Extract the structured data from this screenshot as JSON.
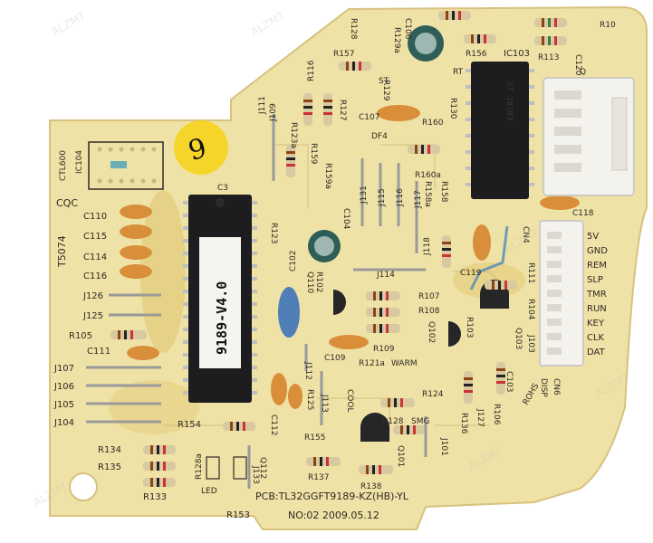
{
  "board": {
    "model_text": "PCB:TL32GGFT9189-KZ(HB)-YL",
    "date_text": "NO:02   2009.05.12",
    "code_text": "T5074",
    "brand_text": "CQC",
    "ic104_label": "IC104",
    "ctl_label": "CTL600",
    "handwritten_mark": "9"
  },
  "mcu": {
    "sticker_text": "9189-V4.0",
    "ref_label": "C3"
  },
  "ic103": {
    "ref_label": "IC103",
    "marking": "ST 18103"
  },
  "connector_pins": [
    "5V",
    "GND",
    "REM",
    "SLP",
    "TMR",
    "RUN",
    "KEY",
    "CLK",
    "DAT"
  ],
  "connector_labels": {
    "cn4": "CN4",
    "cn6": "CN6",
    "disp": "DISP",
    "rohs": "ROHS"
  },
  "silkscreen": {
    "c110": "C110",
    "c115": "C115",
    "c114": "C114",
    "c116": "C116",
    "j126": "J126",
    "j125": "J125",
    "r105": "R105",
    "c111": "C111",
    "j107": "J107",
    "j106": "J106",
    "j105": "J105",
    "j104": "J104",
    "r134": "R134",
    "r135": "R135",
    "r133": "R133",
    "r153": "R153",
    "r154": "R154",
    "led": "LED",
    "r128a": "R128a",
    "c112": "C112",
    "j133": "J133",
    "q112": "Q112",
    "r155": "R155",
    "r137": "R137",
    "r138": "R138",
    "q101": "Q101",
    "j101": "J101",
    "r128": "R128",
    "smg": "SMG",
    "r124": "R124",
    "r121a": "R121a",
    "warm": "WARM",
    "cool": "COOL",
    "r125": "R125",
    "c109": "C109",
    "j112": "J112",
    "j113": "J113",
    "r109": "R109",
    "q110": "Q110",
    "r102": "R102",
    "j114": "J114",
    "r107": "R107",
    "r108": "R108",
    "q102": "Q102",
    "r136": "R136",
    "j127": "J127",
    "r106": "R106",
    "c103": "C103",
    "c119": "C119",
    "r104": "R104",
    "r111": "R111",
    "c118": "C118",
    "r103": "R103",
    "j103": "J103",
    "q103": "Q103",
    "j118": "J118",
    "j117": "J117",
    "j116": "J116",
    "j115": "J115",
    "j131": "J131",
    "c104": "C104",
    "c102": "C102",
    "r159": "R159",
    "r159a": "R159a",
    "r157": "R157",
    "r116": "R116",
    "j109": "J109",
    "r123a": "R123a",
    "r123": "R123",
    "r127": "R127",
    "j111": "J111",
    "c107": "C107",
    "df4": "DF4",
    "r160": "R160",
    "r160a": "R160a",
    "r158": "R158",
    "r158a": "R158a",
    "r130": "R130",
    "r129": "R129",
    "r129a": "R129a",
    "r128b": "R128",
    "st": "ST",
    "rt": "RT",
    "r156": "R156",
    "r113": "R113",
    "c120": "C120",
    "r10": "R10",
    "c106": "C106",
    "q": "Q"
  },
  "colors": {
    "pcb": "#efe2a6",
    "pcb_edge": "#e2d08e",
    "chip": "#1d1d1f",
    "ceramic_cap": "#d98f3a",
    "film_cap": "#4f7fb6",
    "electrolytic": "#2e5e57",
    "connector": "#f4f2ec",
    "yellow_sticker": "#f6d52a",
    "silkscreen": "#2e2a25"
  },
  "watermarks": [
    "ALZMT",
    "ALZMT",
    "ALZMT",
    "ALZMT",
    "ALZMT",
    "ALZMT"
  ]
}
